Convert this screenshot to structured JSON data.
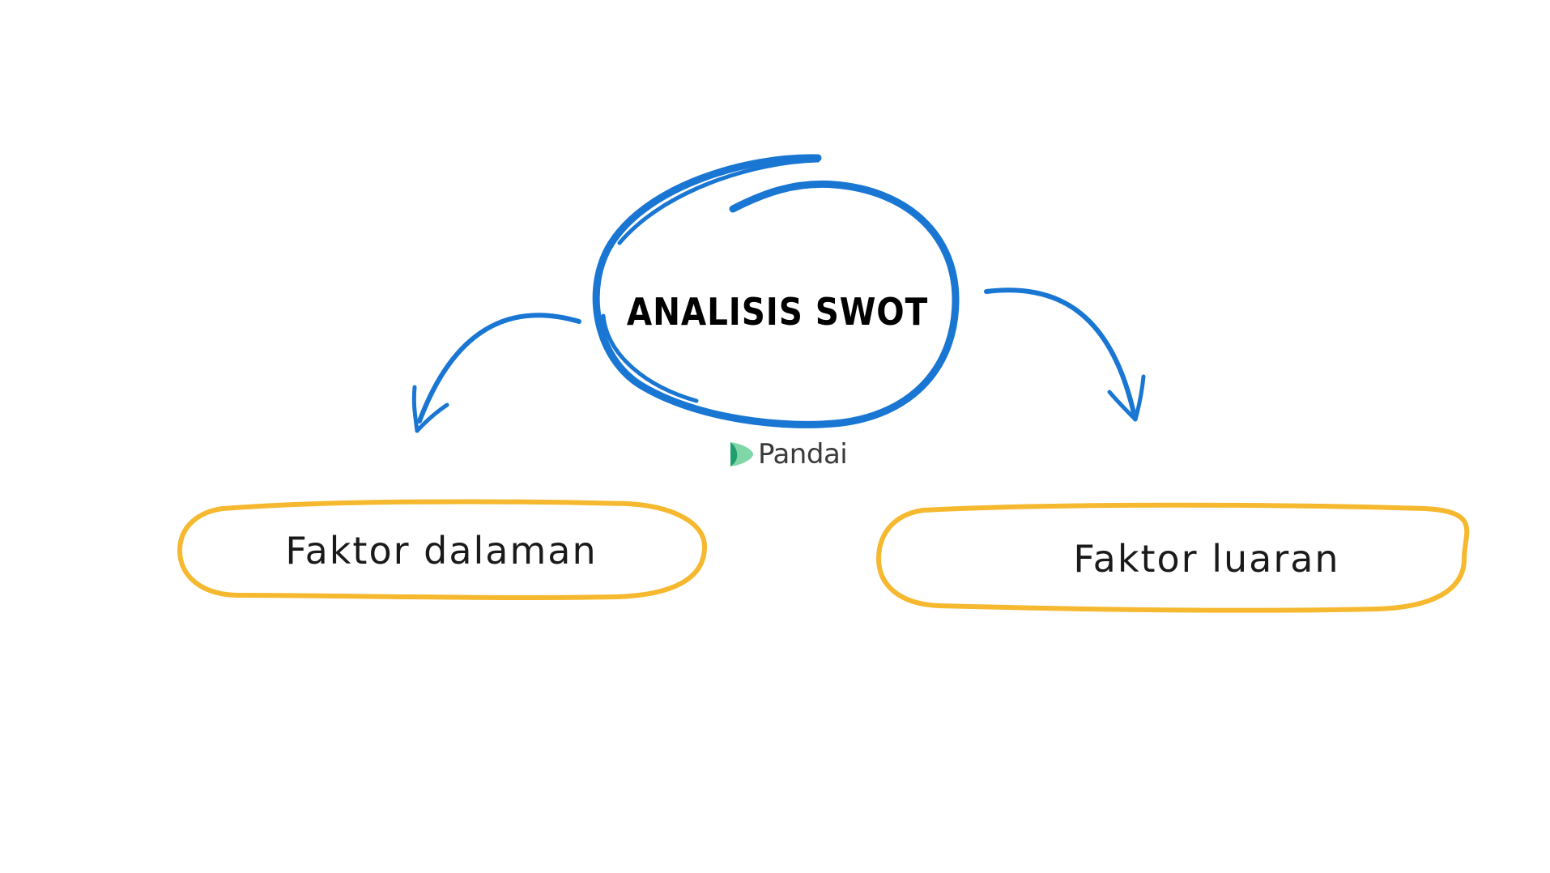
{
  "diagram": {
    "title": "ANALISIS SWOT",
    "nodes": [
      {
        "label": "Faktor dalaman"
      },
      {
        "label": "Faktor luaran"
      }
    ],
    "brand": {
      "name": "Pandai",
      "icon": "leaf-logo-icon"
    },
    "colors": {
      "title_circle": "#1976d2",
      "arrows": "#1976d2",
      "node_outline": "#f5b82e",
      "text": "#1a1a1a",
      "logo_green_light": "#7fd6a6",
      "logo_green_dark": "#1f9e6e"
    }
  }
}
